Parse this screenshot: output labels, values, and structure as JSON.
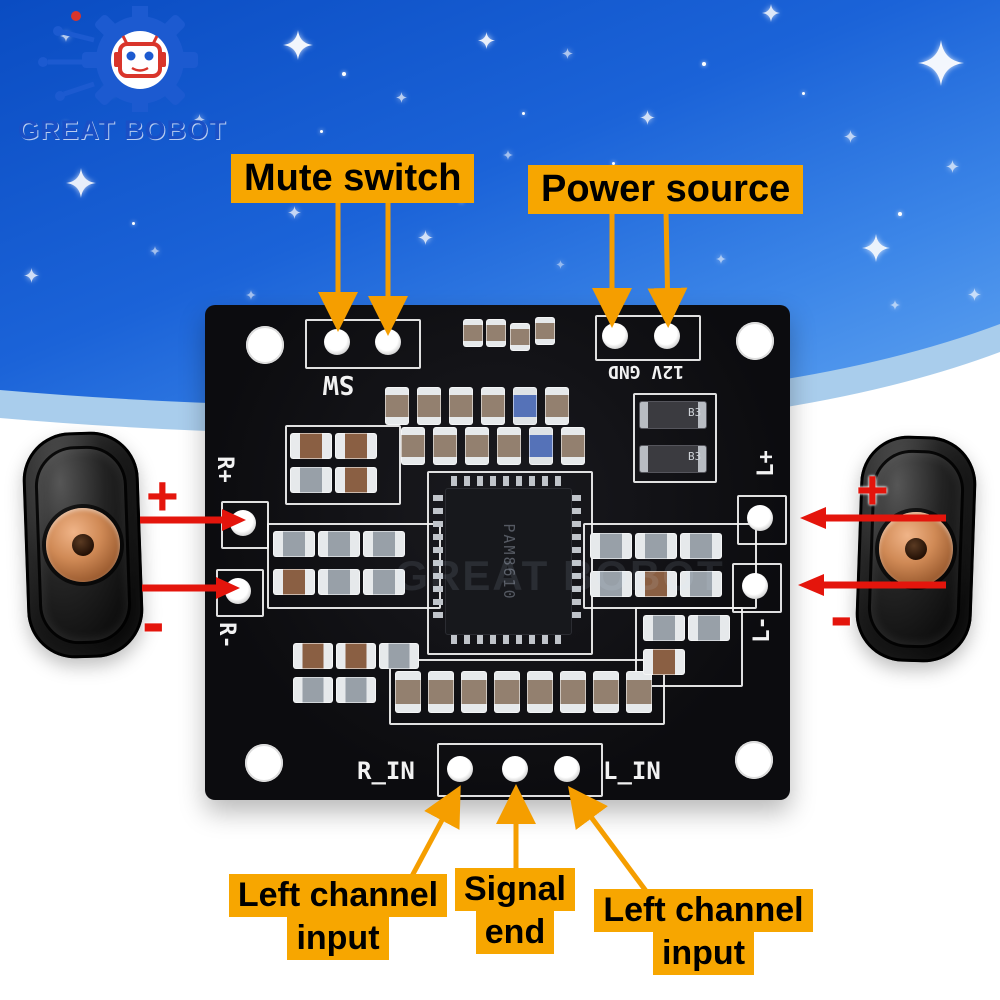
{
  "logo": {
    "brand": "GREAT BOBOT"
  },
  "watermark": {
    "text": "GREAT BOBOT"
  },
  "callouts": {
    "mute": {
      "label": "Mute switch"
    },
    "power": {
      "label": "Power source"
    },
    "left_input": {
      "lines": [
        "Left channel",
        "input"
      ]
    },
    "signal_end": {
      "lines": [
        "Signal",
        "end"
      ]
    },
    "right_input": {
      "lines": [
        "Left channel",
        "input"
      ]
    }
  },
  "polarity": {
    "left_plus": "+",
    "left_minus": "-",
    "right_plus": "+",
    "right_minus": "-"
  },
  "board": {
    "silkscreen": {
      "sw": "SW",
      "power": "12V GND",
      "r_plus": "R+",
      "r_minus": "R-",
      "l_plus": "L+",
      "l_minus": "L-",
      "r_in": "R_IN",
      "l_in": "L_IN"
    },
    "chip_label": "PAM8610",
    "smd_labels": [
      "B3",
      "B3"
    ]
  },
  "colors": {
    "accent_orange": "#F7A600",
    "arrow_red": "#E4150C",
    "sky_blue": "#1B63D8",
    "pcb_black": "#0C0C0F",
    "copper": "#C8804E"
  }
}
